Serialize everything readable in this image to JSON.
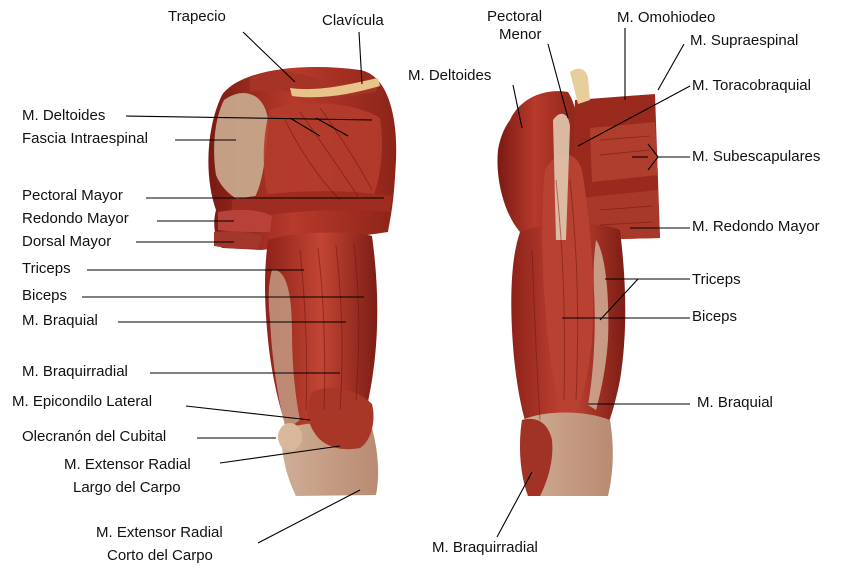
{
  "left_figure": {
    "labels": {
      "trapecio": "Trapecio",
      "clavicula": "Clavícula",
      "deltoides": "M. Deltoides",
      "fascia": "Fascia Intraespinal",
      "pectoral_mayor": "Pectoral Mayor",
      "redondo_mayor": "Redondo Mayor",
      "dorsal_mayor": "Dorsal Mayor",
      "triceps": "Triceps",
      "biceps": "Biceps",
      "braquial": "M. Braquial",
      "braquirradial": "M. Braquirradial",
      "epicondilo": "M. Epicondilo Lateral",
      "olecranon": "Olecranón del Cubital",
      "extensor_largo_1": "M. Extensor Radial",
      "extensor_largo_2": "Largo del Carpo",
      "extensor_corto_1": "M. Extensor Radial",
      "extensor_corto_2": "Corto del Carpo"
    }
  },
  "right_figure": {
    "labels": {
      "pectoral_menor_1": "Pectoral",
      "pectoral_menor_2": "Menor",
      "omohiodeo": "M. Omohiodeo",
      "supraespinal": "M. Supraespinal",
      "deltoides": "M. Deltoides",
      "toracobraquial": "M. Toracobraquial",
      "subescapulares": "M. Subescapulares",
      "redondo_mayor": "M. Redondo Mayor",
      "triceps": "Triceps",
      "biceps": "Biceps",
      "braquial": "M. Braquial",
      "braquirradial": "M. Braquirradial"
    }
  }
}
